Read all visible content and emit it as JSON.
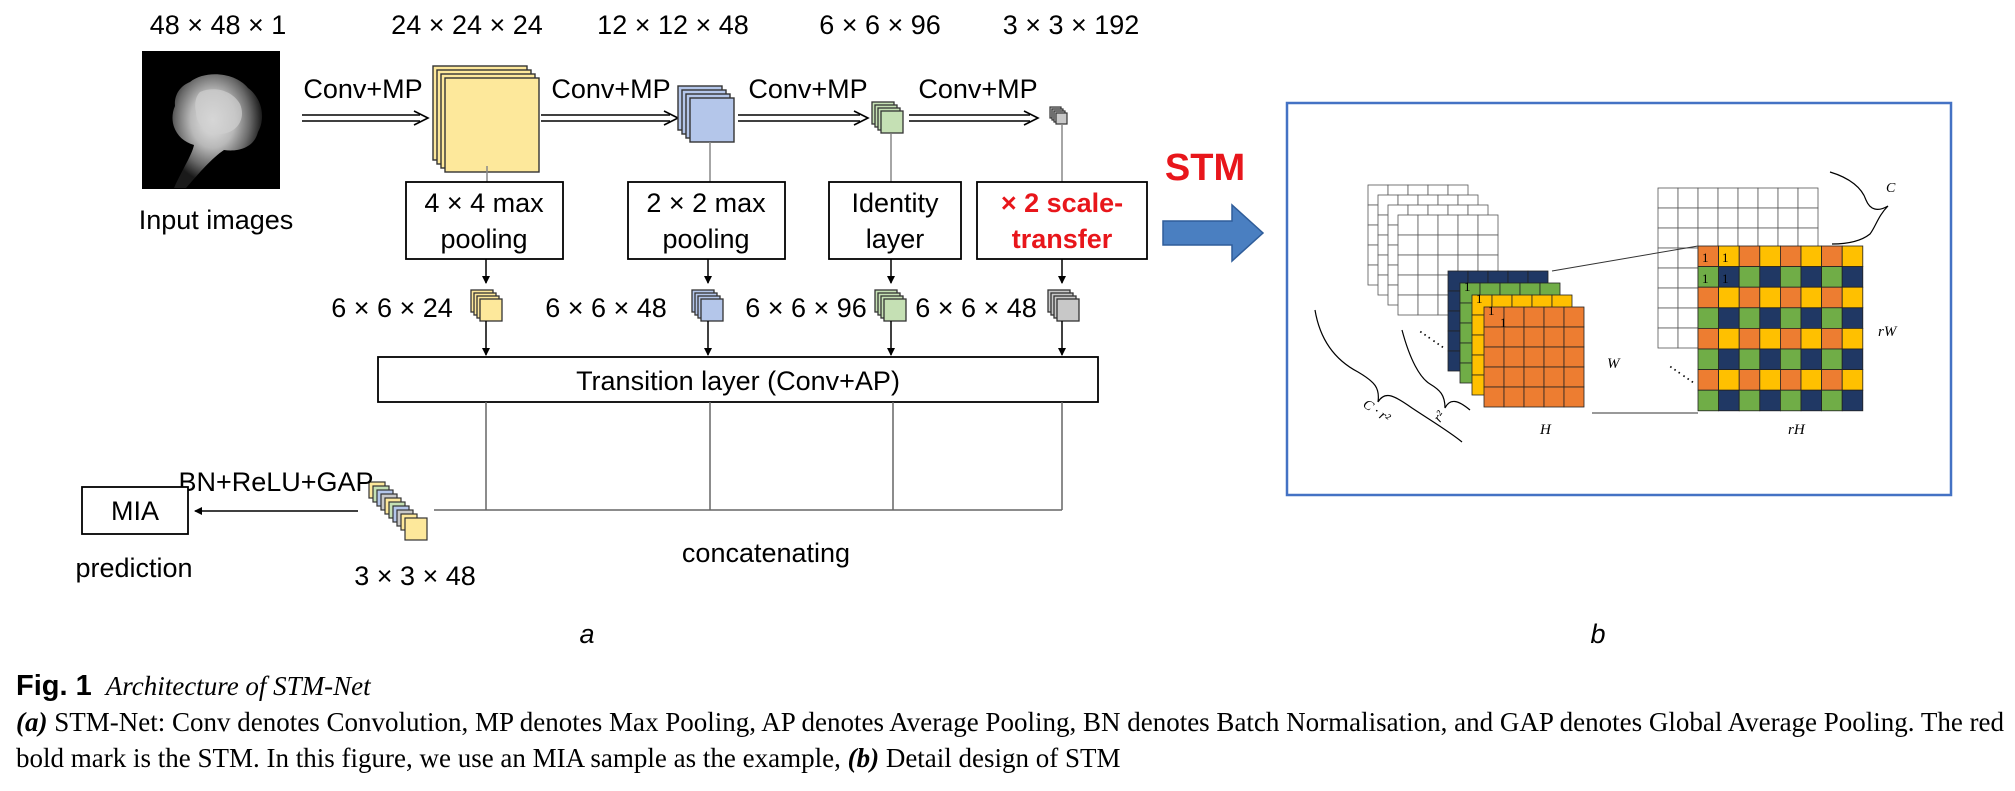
{
  "diagram": {
    "input": {
      "dims": "48 × 48 × 1",
      "caption": "Input images"
    },
    "stages": [
      {
        "dims": "24 × 24 × 24",
        "op": "Conv+MP",
        "branch_line1": "4 × 4 max",
        "branch_line2": "pooling",
        "out_dims": "6 × 6 × 24",
        "color": "#fde89b"
      },
      {
        "dims": "12 × 12 × 48",
        "op": "Conv+MP",
        "branch_line1": "2 × 2 max",
        "branch_line2": "pooling",
        "out_dims": "6 × 6 × 48",
        "color": "#b4c6ea"
      },
      {
        "dims": "6 × 6 × 96",
        "op": "Conv+MP",
        "branch_line1": "Identity",
        "branch_line2": "layer",
        "out_dims": "6 × 6 × 96",
        "color": "#c5e0b4"
      },
      {
        "dims": "3 × 3 × 192",
        "op": "Conv+MP",
        "branch_line1": "× 2 scale-",
        "branch_line2": "transfer",
        "out_dims": "6 × 6 × 48",
        "color": "#c8c8c8"
      }
    ],
    "transition_label": "Transition layer (Conv+AP)",
    "head_label": "BN+ReLU+GAP",
    "head_dims": "3 × 3 × 48",
    "output_label": "MIA",
    "prediction_label": "prediction",
    "concat_label": "concatenating",
    "stm_label": "STM",
    "panel_a_label": "a",
    "panel_b_label": "b",
    "colors": {
      "red": "#e8161b",
      "arrow_blue": "#4a7fc1",
      "panel_border": "#4472c4",
      "orange": "#ed7d31",
      "yellow": "#ffc000",
      "green": "#70ad47",
      "navy": "#203864"
    }
  },
  "stm_detail": {
    "c_label": "C",
    "c_r2_label": "C · r²",
    "r2_label": "r²",
    "w_label": "W",
    "h_label": "H",
    "rw_label": "rW",
    "rh_label": "rH",
    "one": "1",
    "dots": "……"
  },
  "caption": {
    "fig_label": "Fig. 1",
    "fig_title": "Architecture of STM-Net",
    "tag_a": "(a)",
    "text_a": " STM-Net: Conv denotes Convolution, MP denotes Max Pooling, AP denotes Average Pooling, BN denotes Batch Normalisation, and GAP denotes Global Average Pooling. The red bold mark is the STM. In this figure, we use an MIA sample as the example, ",
    "tag_b": "(b)",
    "text_b": " Detail design of STM"
  }
}
